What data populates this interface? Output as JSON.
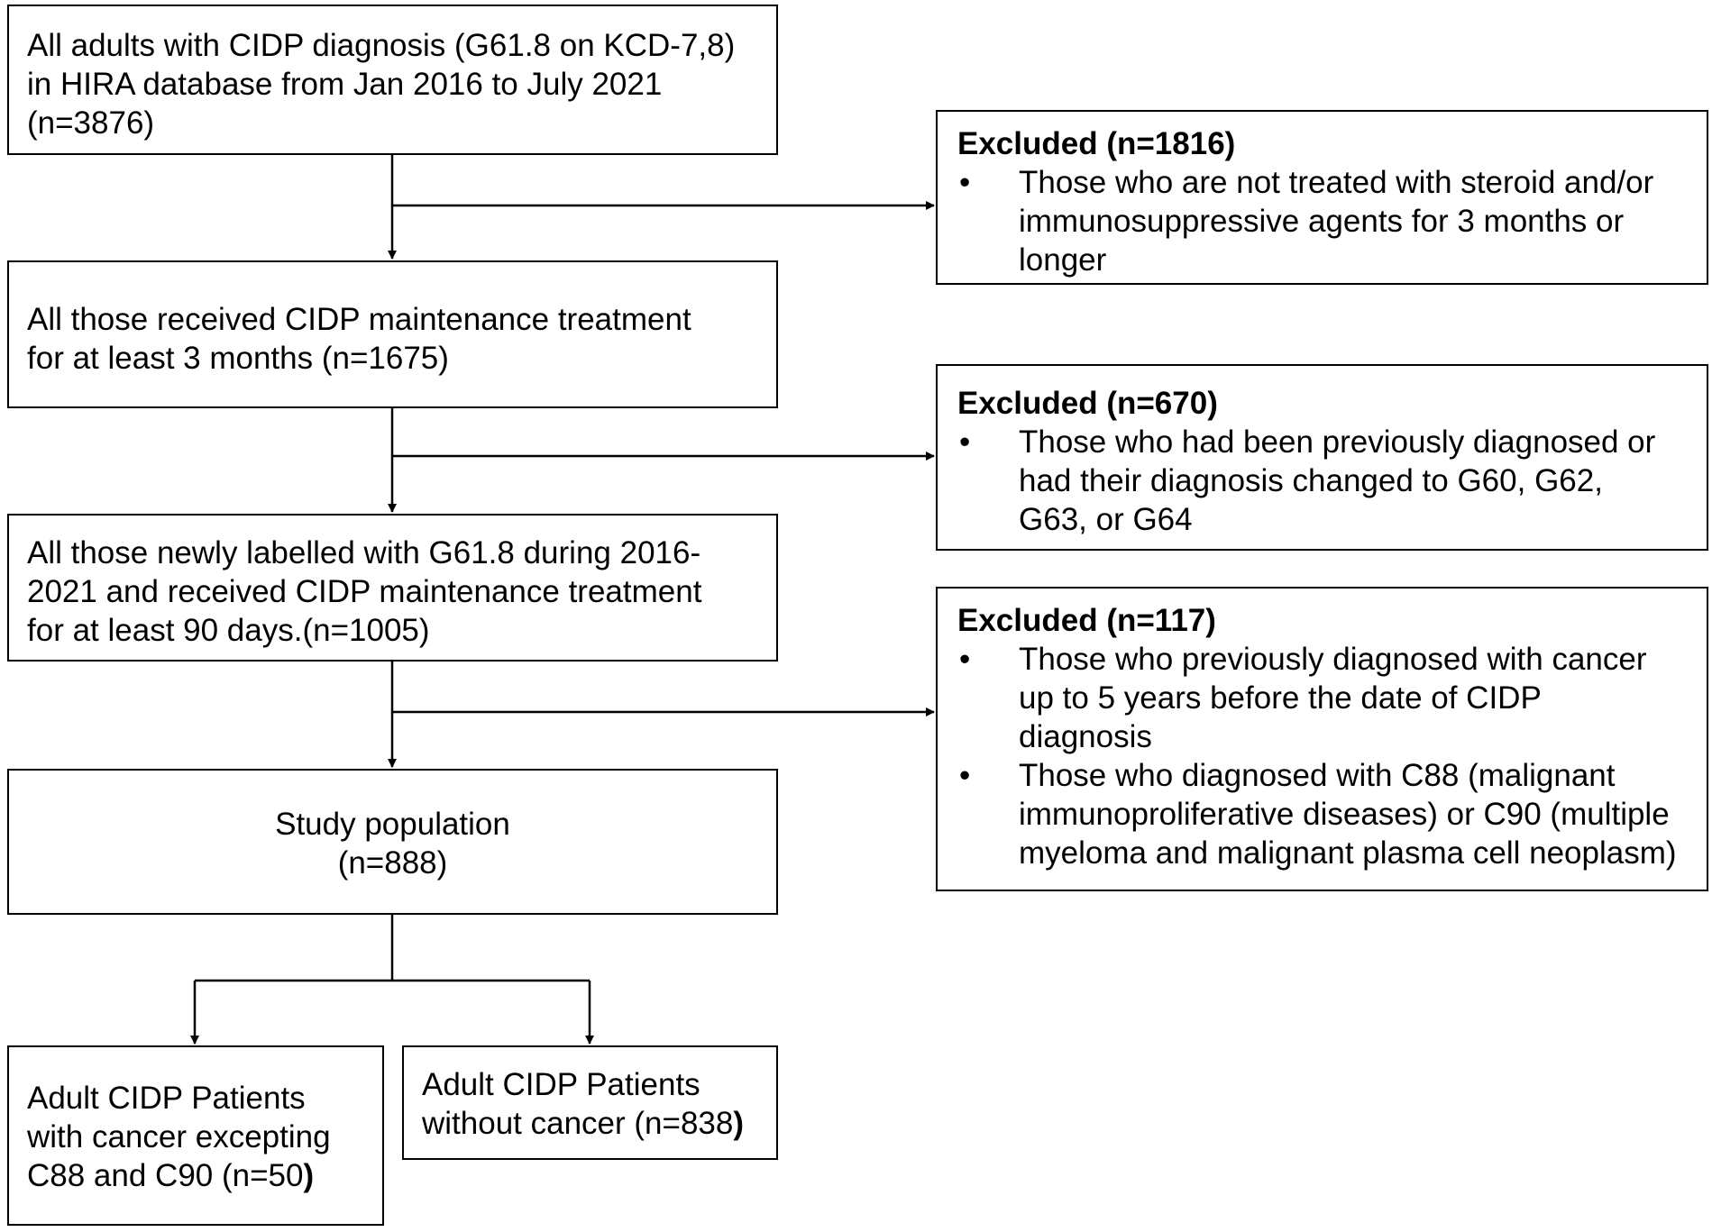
{
  "boxes": {
    "all_adults": "All adults with CIDP diagnosis (G61.8 on KCD-7,8)\nin HIRA database from Jan 2016 to July 2021\n(n=3876)",
    "maintenance": "All those received CIDP maintenance treatment\nfor at least 3 months (n=1675)",
    "newly_labelled": "All those newly labelled with G61.8 during 2016-\n2021 and received CIDP maintenance treatment\nfor at least 90 days.(n=1005)",
    "study_population": "Study population\n(n=888)",
    "with_cancer": "Adult CIDP Patients\nwith cancer excepting\nC88 and C90 (n=50",
    "with_cancer_paren": ")",
    "without_cancer": "Adult CIDP Patients\nwithout cancer (n=838",
    "without_cancer_paren": ")"
  },
  "exclusions": [
    {
      "title": "Excluded (n=1816)",
      "bullets": [
        "Those who are not treated with steroid and/or\nimmunosuppressive agents for 3 months or\nlonger"
      ]
    },
    {
      "title": "Excluded (n=670)",
      "bullets": [
        "Those who had been previously diagnosed or\nhad their diagnosis changed to G60, G62,\nG63, or G64"
      ]
    },
    {
      "title": "Excluded (n=117)",
      "bullets": [
        "Those who previously diagnosed with cancer\nup to 5 years before the date of CIDP\ndiagnosis",
        "Those who diagnosed with C88 (malignant\nimmunoproliferative diseases) or C90 (multiple\nmyeloma and malignant plasma cell neoplasm)"
      ]
    }
  ],
  "bullet_char": "•"
}
